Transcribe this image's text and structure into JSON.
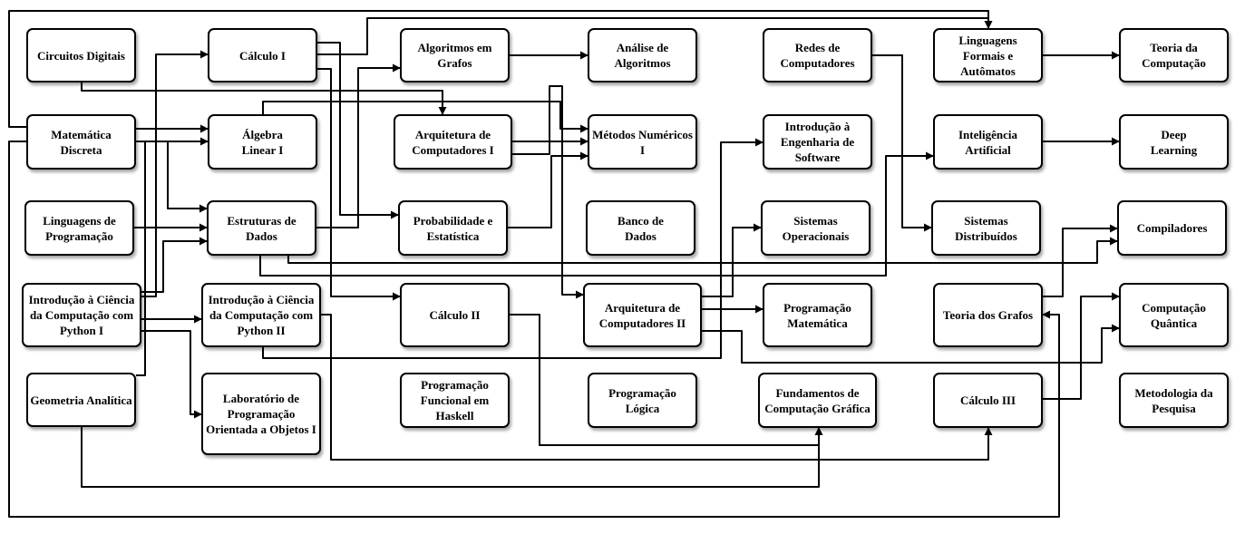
{
  "diagram": {
    "nodes": [
      {
        "id": "circuitos",
        "label": "Circuitos Digitais"
      },
      {
        "id": "matdisc",
        "label": "Matemática\nDiscreta"
      },
      {
        "id": "lingprog",
        "label": "Linguagens de\nProgramação"
      },
      {
        "id": "icc1",
        "label": "Introdução à Ciência\nda Computação com\nPython I"
      },
      {
        "id": "geo",
        "label": "Geometria Analítica"
      },
      {
        "id": "calc1",
        "label": "Cálculo I"
      },
      {
        "id": "alglin",
        "label": "Álgebra\nLinear I"
      },
      {
        "id": "ed",
        "label": "Estruturas de\nDados"
      },
      {
        "id": "icc2",
        "label": "Introdução à Ciência\nda Computação com\nPython II"
      },
      {
        "id": "labpoo",
        "label": "Laboratório de\nProgramação\nOrientada a Objetos I"
      },
      {
        "id": "grafos",
        "label": "Algoritmos em\nGrafos"
      },
      {
        "id": "arq1",
        "label": "Arquitetura de\nComputadores I"
      },
      {
        "id": "prob",
        "label": "Probabilidade e\nEstatística"
      },
      {
        "id": "calc2",
        "label": "Cálculo II"
      },
      {
        "id": "haskell",
        "label": "Programação\nFuncional em\nHaskell"
      },
      {
        "id": "analise",
        "label": "Análise de\nAlgoritmos"
      },
      {
        "id": "metnum",
        "label": "Métodos Numéricos\nI"
      },
      {
        "id": "bd",
        "label": "Banco de\nDados"
      },
      {
        "id": "arq2",
        "label": "Arquitetura de\nComputadores II"
      },
      {
        "id": "proglog",
        "label": "Programação\nLógica"
      },
      {
        "id": "redes",
        "label": "Redes de\nComputadores"
      },
      {
        "id": "engsw",
        "label": "Introdução à\nEngenharia de\nSoftware"
      },
      {
        "id": "so",
        "label": "Sistemas\nOperacionais"
      },
      {
        "id": "progmat",
        "label": "Programação\nMatemática"
      },
      {
        "id": "cg",
        "label": "Fundamentos de\nComputação Gráfica"
      },
      {
        "id": "lfa",
        "label": "Linguagens\nFormais e\nAutômatos"
      },
      {
        "id": "ia",
        "label": "Inteligência\nArtificial"
      },
      {
        "id": "sd",
        "label": "Sistemas\nDistribuídos"
      },
      {
        "id": "tgrafos",
        "label": "Teoria dos Grafos"
      },
      {
        "id": "calc3",
        "label": "Cálculo III"
      },
      {
        "id": "tc",
        "label": "Teoria da\nComputação"
      },
      {
        "id": "dl",
        "label": "Deep\nLearning"
      },
      {
        "id": "comp",
        "label": "Compiladores"
      },
      {
        "id": "cq",
        "label": "Computação\nQuântica"
      },
      {
        "id": "metod",
        "label": "Metodologia da\nPesquisa"
      }
    ],
    "edges": [
      {
        "from": "calc1",
        "to": "lfa"
      },
      {
        "from": "calc1",
        "to": "prob"
      },
      {
        "from": "calc1",
        "to": "calc2"
      },
      {
        "from": "circuitos",
        "to": "arq1"
      },
      {
        "from": "matdisc",
        "to": "lfa"
      },
      {
        "from": "matdisc",
        "to": "alglin"
      },
      {
        "from": "matdisc",
        "to": "ed"
      },
      {
        "from": "matdisc",
        "to": "tgrafos"
      },
      {
        "from": "lingprog",
        "to": "ed"
      },
      {
        "from": "icc1",
        "to": "calc1"
      },
      {
        "from": "icc1",
        "to": "ed"
      },
      {
        "from": "icc1",
        "to": "icc2"
      },
      {
        "from": "icc1",
        "to": "labpoo"
      },
      {
        "from": "geo",
        "to": "alglin"
      },
      {
        "from": "geo",
        "to": "cg"
      },
      {
        "from": "alglin",
        "to": "metnum"
      },
      {
        "from": "ed",
        "to": "grafos"
      },
      {
        "from": "ed",
        "to": "ia"
      },
      {
        "from": "ed",
        "to": "comp"
      },
      {
        "from": "icc2",
        "to": "calc3"
      },
      {
        "from": "icc2",
        "to": "engsw"
      },
      {
        "from": "grafos",
        "to": "analise"
      },
      {
        "from": "arq1",
        "to": "metnum"
      },
      {
        "from": "arq1",
        "to": "arq2"
      },
      {
        "from": "prob",
        "to": "metnum"
      },
      {
        "from": "calc2",
        "to": "cg"
      },
      {
        "from": "arq2",
        "to": "progmat"
      },
      {
        "from": "arq2",
        "to": "so"
      },
      {
        "from": "arq2",
        "to": "cq"
      },
      {
        "from": "redes",
        "to": "sd"
      },
      {
        "from": "lfa",
        "to": "tc"
      },
      {
        "from": "ia",
        "to": "dl"
      },
      {
        "from": "tgrafos",
        "to": "comp"
      },
      {
        "from": "calc3",
        "to": "cq"
      }
    ]
  }
}
